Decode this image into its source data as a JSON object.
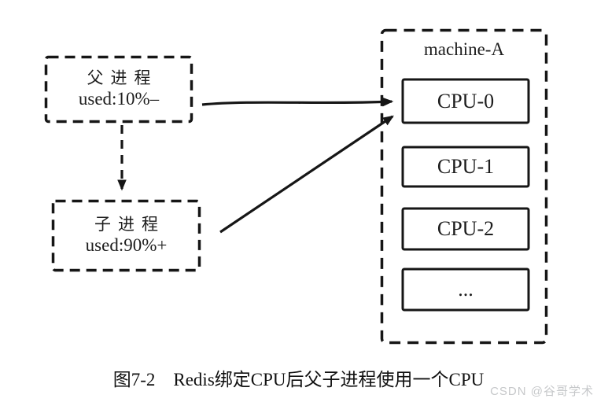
{
  "figure": {
    "caption": "图7-2　Redis绑定CPU后父子进程使用一个CPU",
    "watermark": "CSDN @谷哥学术"
  },
  "diagram": {
    "parent_process": {
      "title": "父进程",
      "usage": "used:10%–"
    },
    "child_process": {
      "title": "子进程",
      "usage": "used:90%+"
    },
    "machine": {
      "label": "machine-A",
      "cpus": [
        "CPU-0",
        "CPU-1",
        "CPU-2",
        "..."
      ]
    },
    "arrows": [
      {
        "name": "parent-to-cpu0",
        "from": "父进程",
        "to": "CPU-0",
        "style": "solid"
      },
      {
        "name": "child-to-cpu0",
        "from": "子进程",
        "to": "CPU-0",
        "style": "solid"
      },
      {
        "name": "parent-to-child",
        "from": "父进程",
        "to": "子进程",
        "style": "dashed"
      }
    ],
    "colors": {
      "stroke": "#161616",
      "text": "#1d1d1d",
      "watermark": "#c6c8ca",
      "background": "#ffffff"
    }
  }
}
